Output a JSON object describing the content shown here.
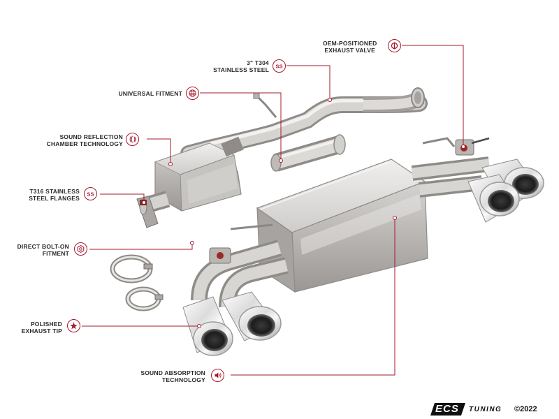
{
  "callouts": {
    "oem_valve": [
      "OEM-POSITIONED",
      "EXHAUST VALVE"
    ],
    "t304": [
      "3\" T304",
      "STAINLESS STEEL"
    ],
    "universal": [
      "UNIVERSAL FITMENT"
    ],
    "sound_reflection": [
      "SOUND REFLECTION",
      "CHAMBER TECHNOLOGY"
    ],
    "t316": [
      "T316 STAINLESS",
      "STEEL FLANGES"
    ],
    "bolt_on": [
      "DIRECT BOLT-ON",
      "FITMENT"
    ],
    "polished_tip": [
      "POLISHED",
      "EXHAUST TIP"
    ],
    "sound_absorption": [
      "SOUND ABSORPTION",
      "TECHNOLOGY"
    ]
  },
  "badges": {
    "ss_text": "SS"
  },
  "logo": {
    "brand": "ECS",
    "sub": "TUNING",
    "copyright": "©2022"
  },
  "colors": {
    "accent": "#a6192e",
    "steel_light": "#e6e4e2",
    "steel_mid": "#b9b6b3",
    "steel_dark": "#7e7b78",
    "chrome": "#f4f4f4"
  },
  "icons": [
    "valve-icon",
    "ss-icon",
    "globe-icon",
    "sound-waves-icon",
    "ss-icon",
    "hex-nut-icon",
    "star-icon",
    "speaker-icon"
  ]
}
